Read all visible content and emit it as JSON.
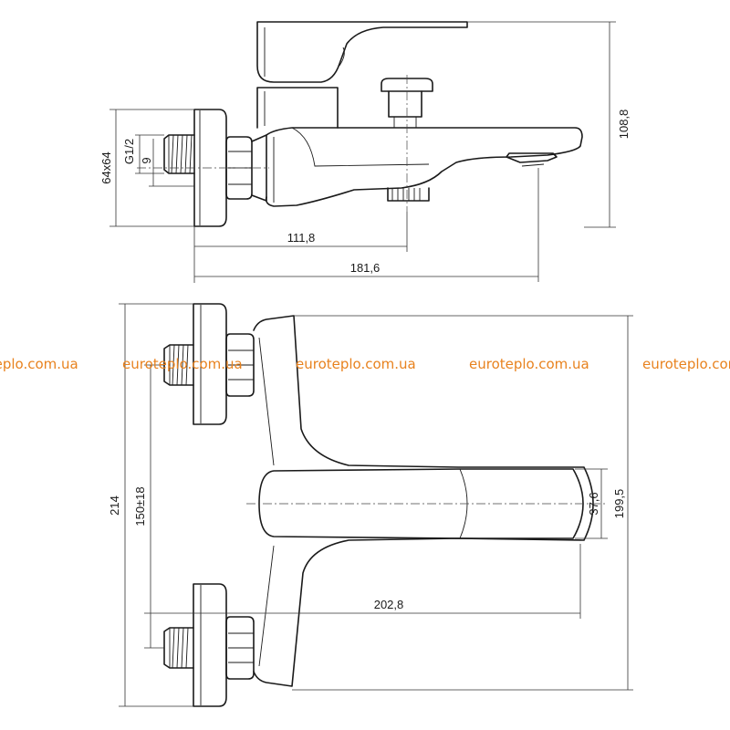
{
  "watermark": {
    "text": "euroteplo.com.ua",
    "color": "#e8821e"
  },
  "colors": {
    "line": "#1a1a1a",
    "background": "#ffffff"
  },
  "side_view": {
    "dims": {
      "height_total": "108,8",
      "flange": "64x64",
      "thread": "G1/2",
      "thread_depth": "9",
      "to_outlet_center": "111,8",
      "to_spout_tip": "181,6"
    }
  },
  "top_view": {
    "dims": {
      "overall": "214",
      "centers": "150±18",
      "body_width": "199,5",
      "lever_width": "37,6",
      "lever_length": "202,8"
    }
  }
}
